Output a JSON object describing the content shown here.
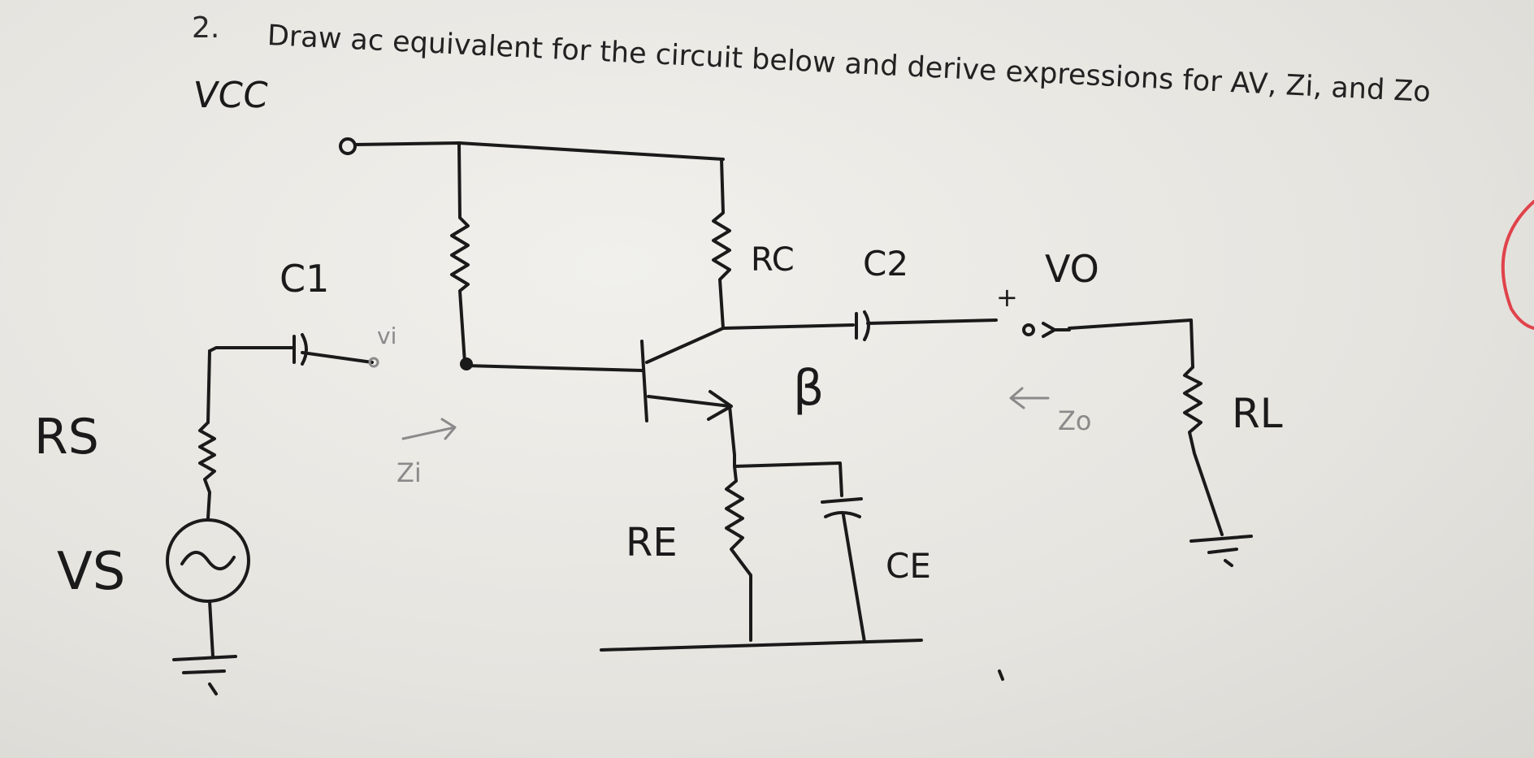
{
  "question": {
    "number": "2.",
    "text": "Draw ac equivalent for the circuit below and derive expressions for  AV, Zi, and Zo"
  },
  "labels": {
    "vcc": "VCC",
    "c1": "C1",
    "vi": "vi",
    "rs": "RS",
    "vs": "VS",
    "zi": "Zi",
    "rc": "RC",
    "c2": "C2",
    "vo": "VO",
    "plus": "+",
    "beta": "β",
    "zo": "Zo",
    "rl": "RL",
    "re": "RE",
    "ce": "CE"
  },
  "colors": {
    "ink": "#1a1a1a",
    "pencil": "#8a8a8a",
    "red_mark": "#e0434b",
    "paper": "#ecebe6"
  }
}
